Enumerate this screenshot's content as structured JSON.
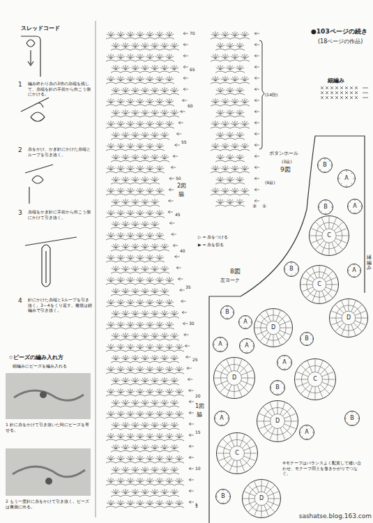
{
  "diagram": {
    "nodes": [
      {
        "text": [
          "B"
        ]
      },
      {
        "text": [
          "A"
        ]
      },
      {
        "text": [
          "B"
        ]
      },
      {
        "text": [
          "A"
        ]
      },
      {
        "text": [
          "C"
        ]
      },
      {
        "text": [
          "B"
        ]
      },
      {
        "text": [
          "A"
        ]
      },
      {
        "text": [
          "C"
        ]
      },
      {
        "text": [
          "D"
        ]
      },
      {
        "text": [
          "B"
        ]
      },
      {
        "text": [
          "A"
        ]
      },
      {
        "text": [
          "D"
        ]
      },
      {
        "text": [
          "A"
        ]
      },
      {
        "text": [
          "A"
        ]
      },
      {
        "text": [
          "B"
        ]
      },
      {
        "text": [
          "D"
        ]
      },
      {
        "text": [
          "A"
        ]
      },
      {
        "text": [
          "C"
        ]
      },
      {
        "text": [
          "B"
        ]
      },
      {
        "text": [
          "A"
        ]
      },
      {
        "text": [
          "D"
        ]
      },
      {
        "text": [
          "B"
        ]
      },
      {
        "text": [
          "C"
        ]
      },
      {
        "text": [
          "A"
        ]
      },
      {
        "text": [
          "D"
        ]
      },
      {
        "text": [
          "B"
        ]
      }
    ],
    "labels": [
      "スレッドコード",
      "1",
      "編み終わり糸の3倍の糸端を残して、糸端を針の手前から向こう側にかける。",
      "2",
      "糸をかけ、かぎ針にかけた糸端とループを引き抜く。",
      "3",
      "糸端をかぎ針に手前から向こう側にかけて引き抜く。",
      "4",
      "針にかけた糸端と1ループを引き抜く。3～4をくり返す。最後は鎖編みで引き抜く。",
      "☆ビーズの編み入れ方",
      "細編みにビーズを編み入れる",
      "1 針に糸をかけて引き抜いた時にビーズを寄せる。",
      "2 もう一度針に糸をかけて引き抜く。ビーズは裏側に出る。",
      "2図",
      "脇",
      "1図",
      "脇",
      "▷ = 糸をつける",
      "▶ = 糸を切る",
      "●103ページの続き",
      "(18ページの作品)",
      "細編み",
      "(14段)",
      "ボタンホール",
      "(3目)",
      "9図",
      "(9目)",
      "8図",
      "左ヨーク",
      "縁編み",
      "※モチーフはバランスよく配置して縫い合わせ、モチーフ同士を巻きかがりでつなぐ。",
      "sashatse.blog.163.com",
      "70",
      "65",
      "60",
      "55",
      "50",
      "45",
      "40",
      "35",
      "30",
      "25",
      "20",
      "15",
      "10",
      "5",
      "1",
      "②",
      "①"
    ]
  }
}
